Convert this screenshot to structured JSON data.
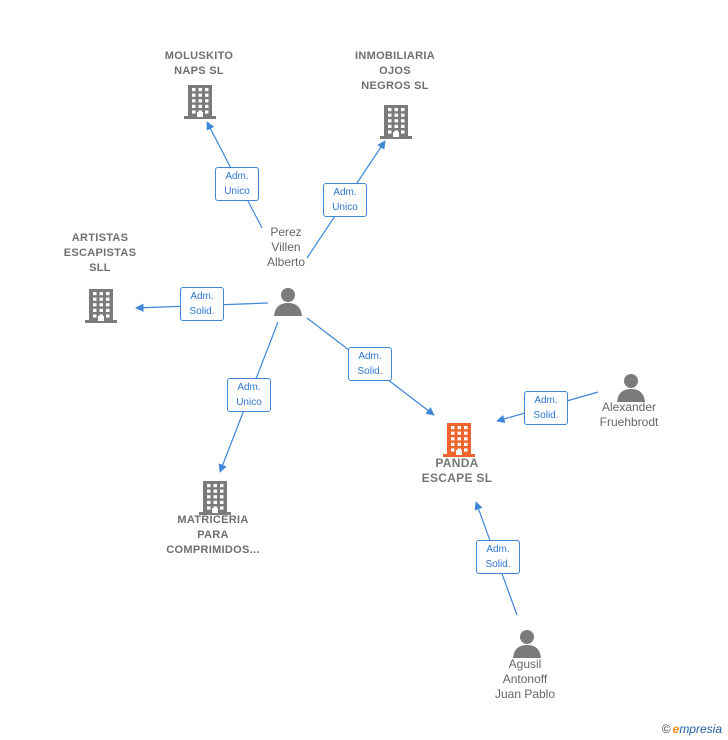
{
  "colors": {
    "edge": "#3f86d9",
    "company": "#7b7b7b",
    "focus_company": "#f0642d",
    "person": "#7b7b7b",
    "label": "#6f6f6f"
  },
  "nodes": [
    {
      "id": "moluskito",
      "type": "company",
      "label": "MOLUSKITO\nNAPS SL"
    },
    {
      "id": "inmobiliaria",
      "type": "company",
      "label": "INMOBILIARIA\nOJOS\nNEGROS SL"
    },
    {
      "id": "artistas",
      "type": "company",
      "label": "ARTISTAS\nESCAPISTAS\nSLL"
    },
    {
      "id": "matriceria",
      "type": "company",
      "label": "MATRICERIA\nPARA\nCOMPRIMIDOS..."
    },
    {
      "id": "panda",
      "type": "company",
      "focus": true,
      "label": "PANDA\nESCAPE  SL"
    },
    {
      "id": "perez",
      "type": "person",
      "label": "Perez\nVillen\nAlberto"
    },
    {
      "id": "alexander",
      "type": "person",
      "label": "Alexander\nFruehbrodt"
    },
    {
      "id": "agusil",
      "type": "person",
      "label": "Agusil\nAntonoff\nJuan Pablo"
    }
  ],
  "edges": [
    {
      "id": "e1",
      "from": "perez",
      "to": "moluskito",
      "label": "Adm.\nUnico"
    },
    {
      "id": "e2",
      "from": "perez",
      "to": "inmobiliaria",
      "label": "Adm.\nUnico"
    },
    {
      "id": "e3",
      "from": "perez",
      "to": "artistas",
      "label": "Adm.\nSolid."
    },
    {
      "id": "e4",
      "from": "perez",
      "to": "matriceria",
      "label": "Adm.\nUnico"
    },
    {
      "id": "e5",
      "from": "perez",
      "to": "panda",
      "label": "Adm.\nSolid."
    },
    {
      "id": "e6",
      "from": "alexander",
      "to": "panda",
      "label": "Adm.\nSolid."
    },
    {
      "id": "e7",
      "from": "agusil",
      "to": "panda",
      "label": "Adm.\nSolid."
    }
  ],
  "credit": {
    "symbol": "©",
    "brand_initial": "e",
    "brand_rest": "mpresia"
  }
}
